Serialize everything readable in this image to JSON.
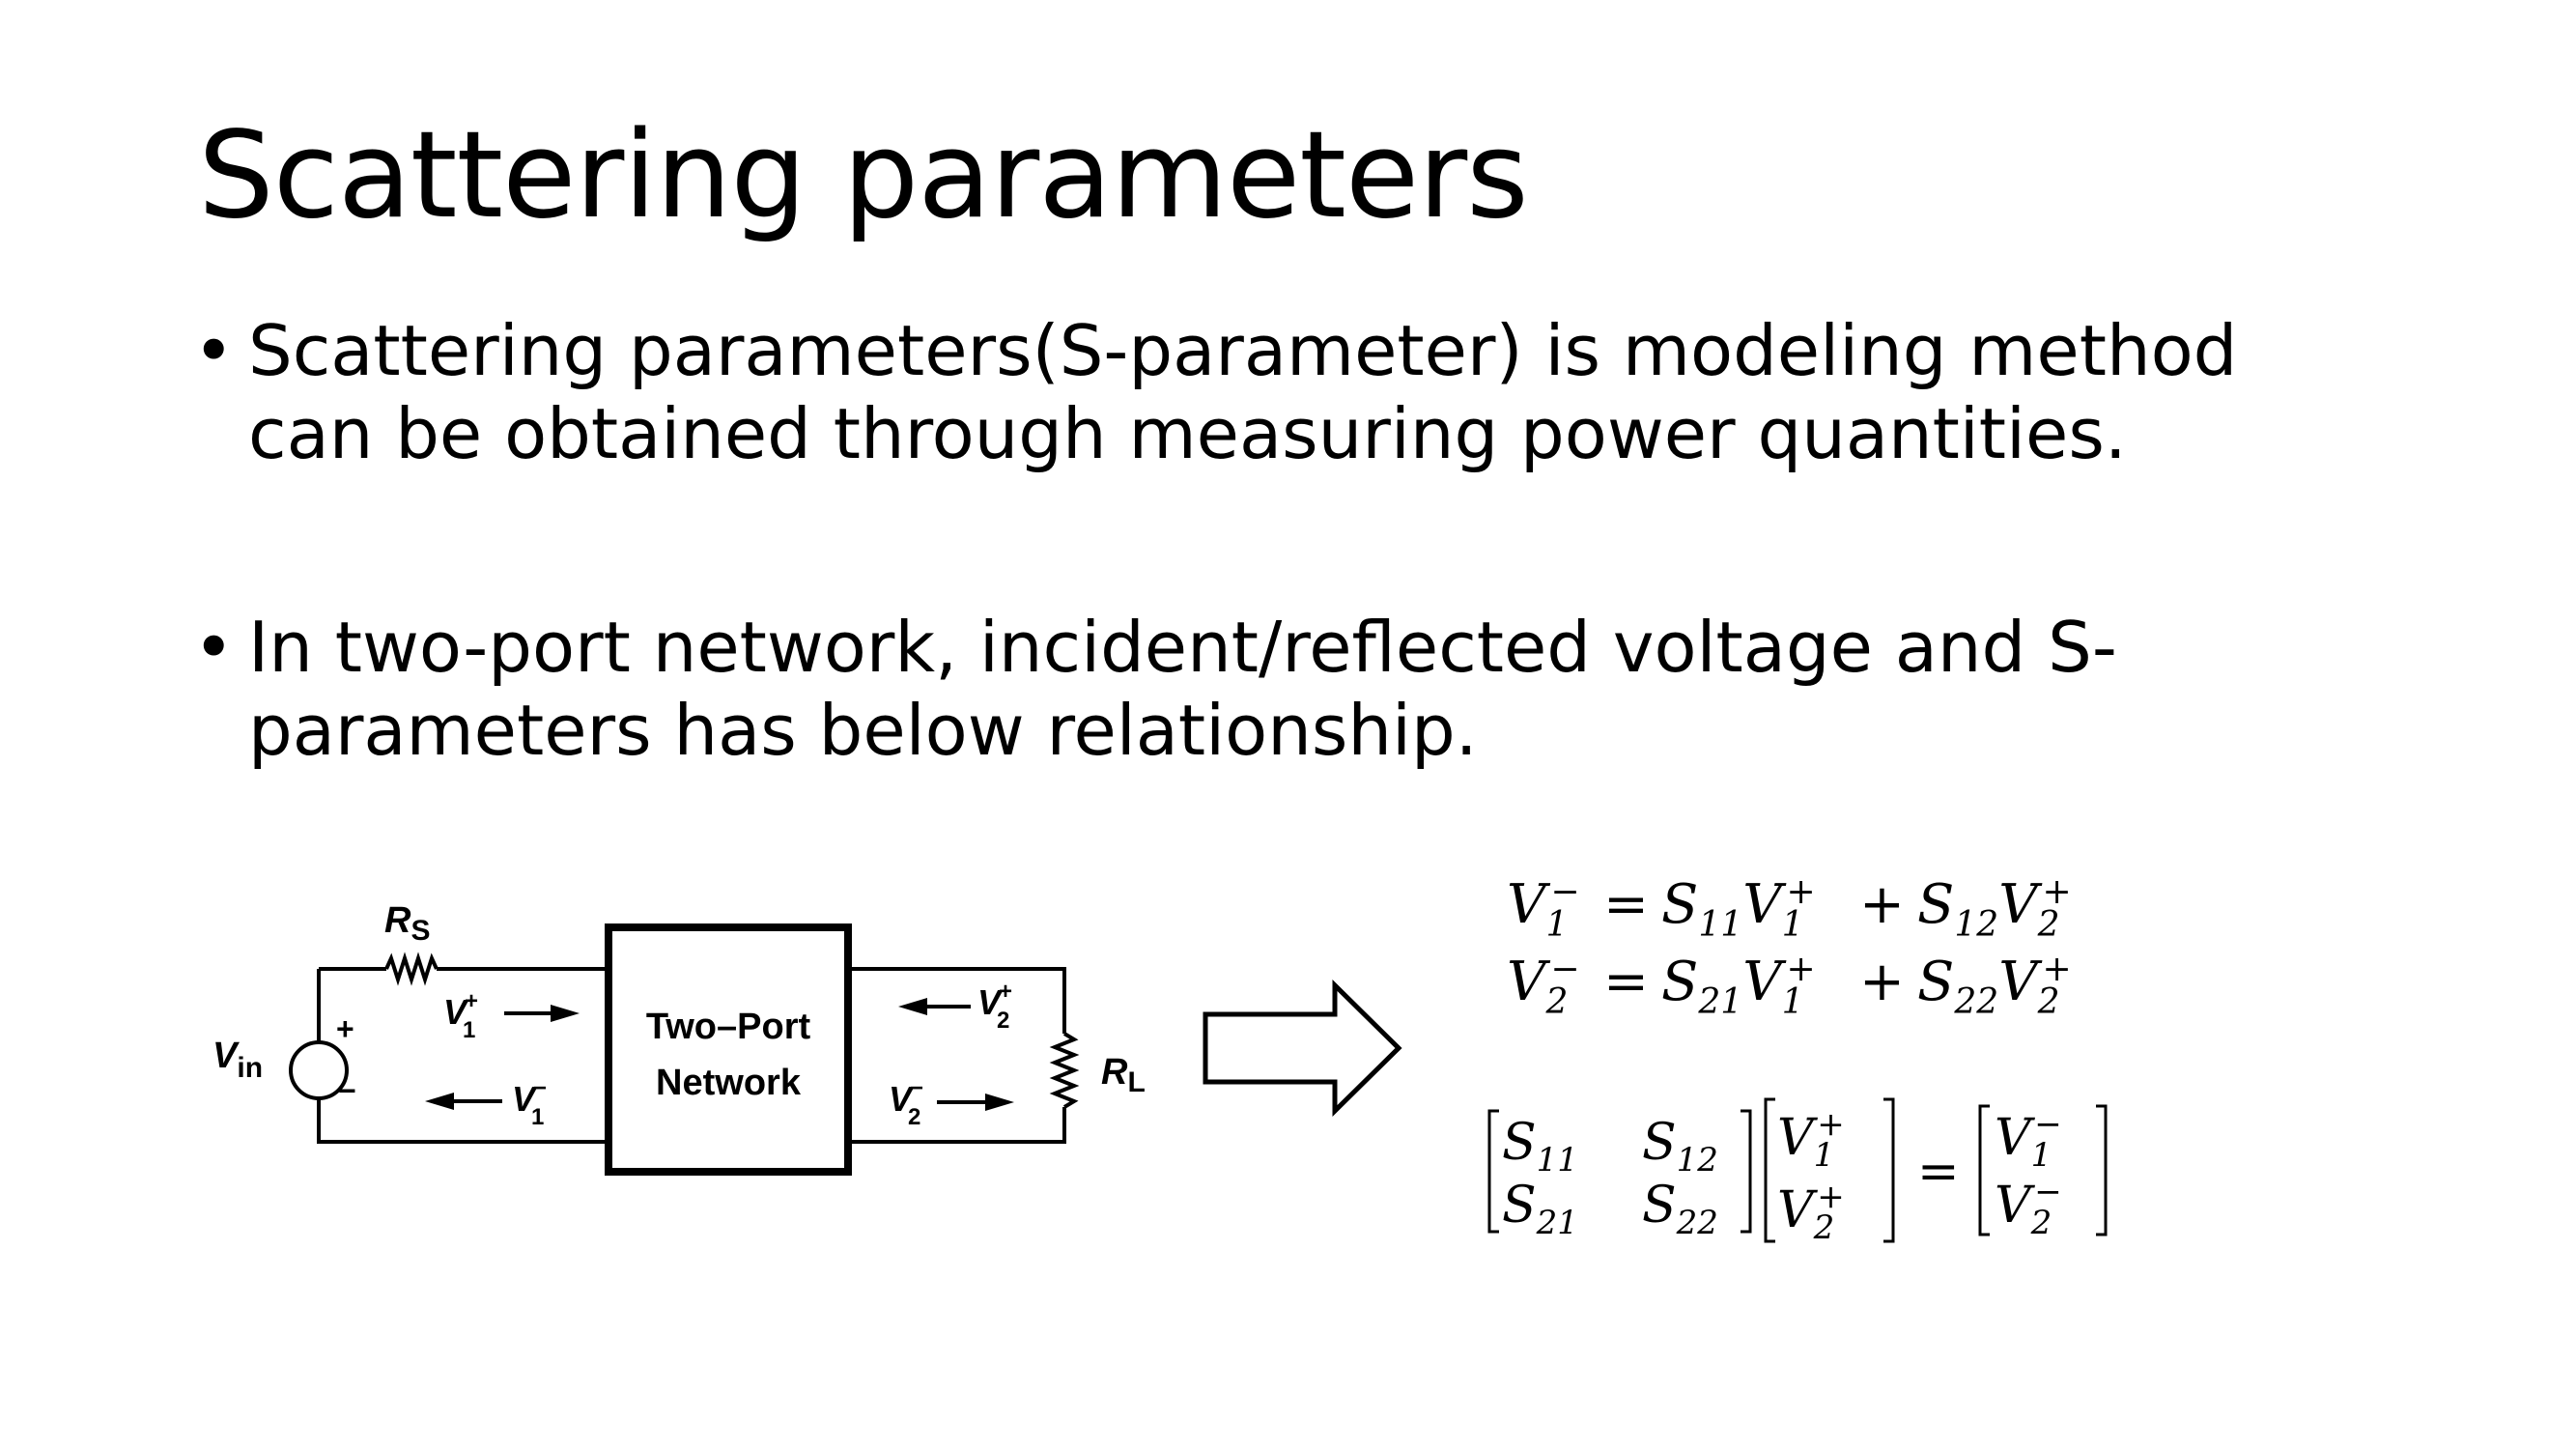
{
  "slide": {
    "title": "Scattering parameters",
    "bullets": [
      "Scattering parameters(S-parameter) is modeling method can be obtained through measuring power quantities.",
      "In two-port network, incident/reflected voltage and S-parameters has below relationship."
    ]
  },
  "circuit": {
    "source_label": "V",
    "source_sub": "in",
    "plus": "+",
    "minus": "−",
    "rs_label": "R",
    "rs_sub": "S",
    "rl_label": "R",
    "rl_sub": "L",
    "box_line1": "Two–Port",
    "box_line2": "Network",
    "v1_plus": {
      "base": "V",
      "sup": "+",
      "sub": "1"
    },
    "v1_minus": {
      "base": "V",
      "sup": "−",
      "sub": "1"
    },
    "v2_plus": {
      "base": "V",
      "sup": "+",
      "sub": "2"
    },
    "v2_minus": {
      "base": "V",
      "sup": "−",
      "sub": "2"
    }
  },
  "equations": {
    "eq1": {
      "lhs": "V",
      "lhs_sub": "1",
      "lhs_sup": "−",
      "eq": "=",
      "t1": "S",
      "t1_sub": "11",
      "t1v": "V",
      "t1v_sub": "1",
      "t1v_sup": "+",
      "op": "+",
      "t2": "S",
      "t2_sub": "12",
      "t2v": "V",
      "t2v_sub": "2",
      "t2v_sup": "+"
    },
    "eq2": {
      "lhs": "V",
      "lhs_sub": "2",
      "lhs_sup": "−",
      "eq": "=",
      "t1": "S",
      "t1_sub": "21",
      "t1v": "V",
      "t1v_sub": "1",
      "t1v_sup": "+",
      "op": "+",
      "t2": "S",
      "t2_sub": "22",
      "t2v": "V",
      "t2v_sub": "2",
      "t2v_sup": "+"
    },
    "matrix": {
      "s11": "S",
      "s11_sub": "11",
      "s12": "S",
      "s12_sub": "12",
      "s21": "S",
      "s21_sub": "21",
      "s22": "S",
      "s22_sub": "22",
      "v1p": "V",
      "v1p_sub": "1",
      "v1p_sup": "+",
      "v2p": "V",
      "v2p_sub": "2",
      "v2p_sup": "+",
      "eq": "=",
      "v1m": "V",
      "v1m_sub": "1",
      "v1m_sup": "−",
      "v2m": "V",
      "v2m_sub": "2",
      "v2m_sup": "−"
    }
  }
}
